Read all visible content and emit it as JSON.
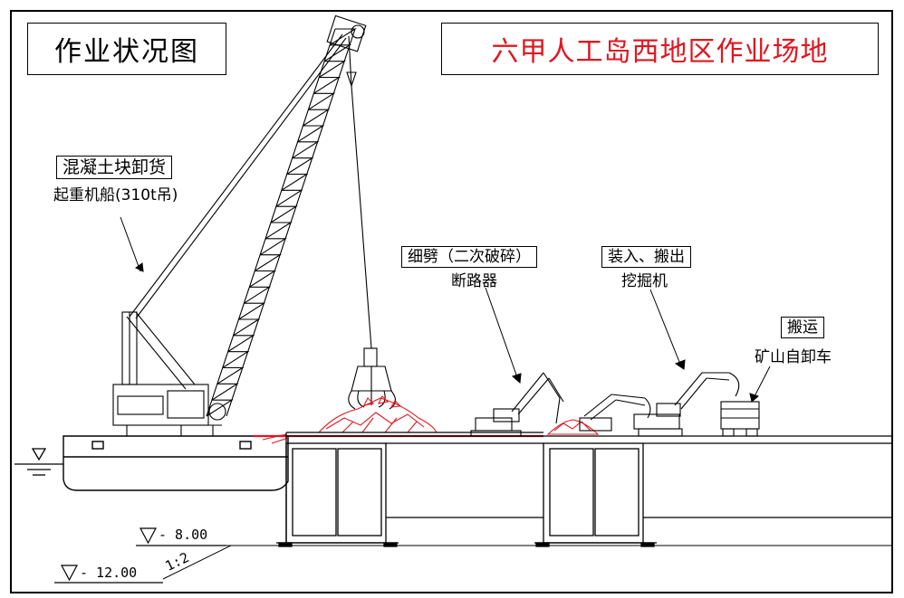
{
  "title": "作业状况图",
  "site_title": "六甲人工岛西地区作业场地",
  "crane": {
    "heading": "混凝土块卸货",
    "label": "起重机船(310t吊)"
  },
  "breaker": {
    "heading": "细劈（二次破碎）",
    "label": "断路器"
  },
  "excavator": {
    "heading": "装入、搬出",
    "label": "挖掘机"
  },
  "truck": {
    "heading": "搬运",
    "label": "矿山自卸车"
  },
  "levels": {
    "upper": "- 8.00",
    "lower": "- 12.00",
    "slope": "1:2"
  },
  "colors": {
    "accent": "#e0161f",
    "line": "#000000"
  }
}
